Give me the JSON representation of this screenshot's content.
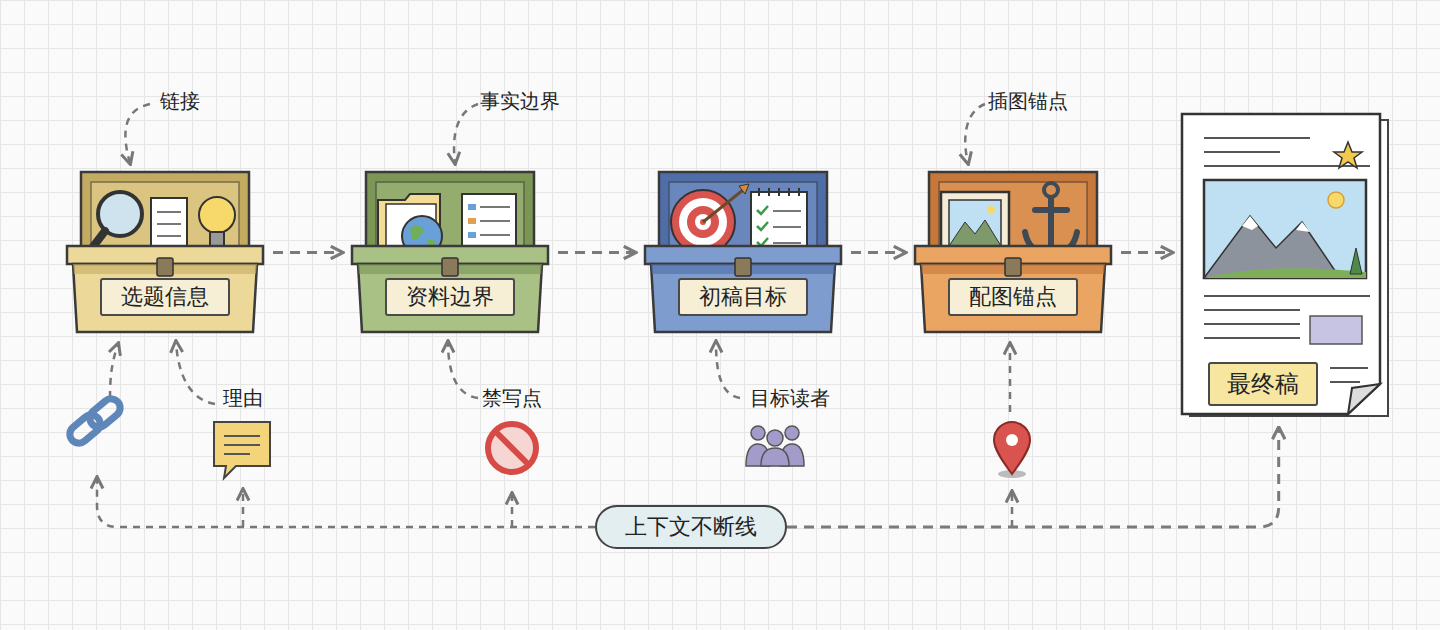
{
  "diagram": {
    "nodes": [
      {
        "text": [
          "选题信息"
        ]
      },
      {
        "text": [
          "资料边界"
        ]
      },
      {
        "text": [
          "初稿目标"
        ]
      },
      {
        "text": [
          "配图锚点"
        ]
      },
      {
        "text": [
          "最终稿"
        ]
      },
      {
        "text": [
          "上下文不断线"
        ]
      }
    ],
    "edges": [
      {
        "from": 0,
        "to": 1,
        "arrow": "to"
      },
      {
        "from": 1,
        "to": 2,
        "arrow": "to"
      },
      {
        "from": 2,
        "to": 3,
        "arrow": "to"
      },
      {
        "from": 3,
        "to": 4,
        "arrow": "to"
      },
      {
        "from": 5,
        "to": 4,
        "arrow": "to"
      }
    ],
    "labels": [
      "链接",
      "事实边界",
      "插图锚点",
      "理由",
      "禁写点",
      "目标读者"
    ]
  }
}
